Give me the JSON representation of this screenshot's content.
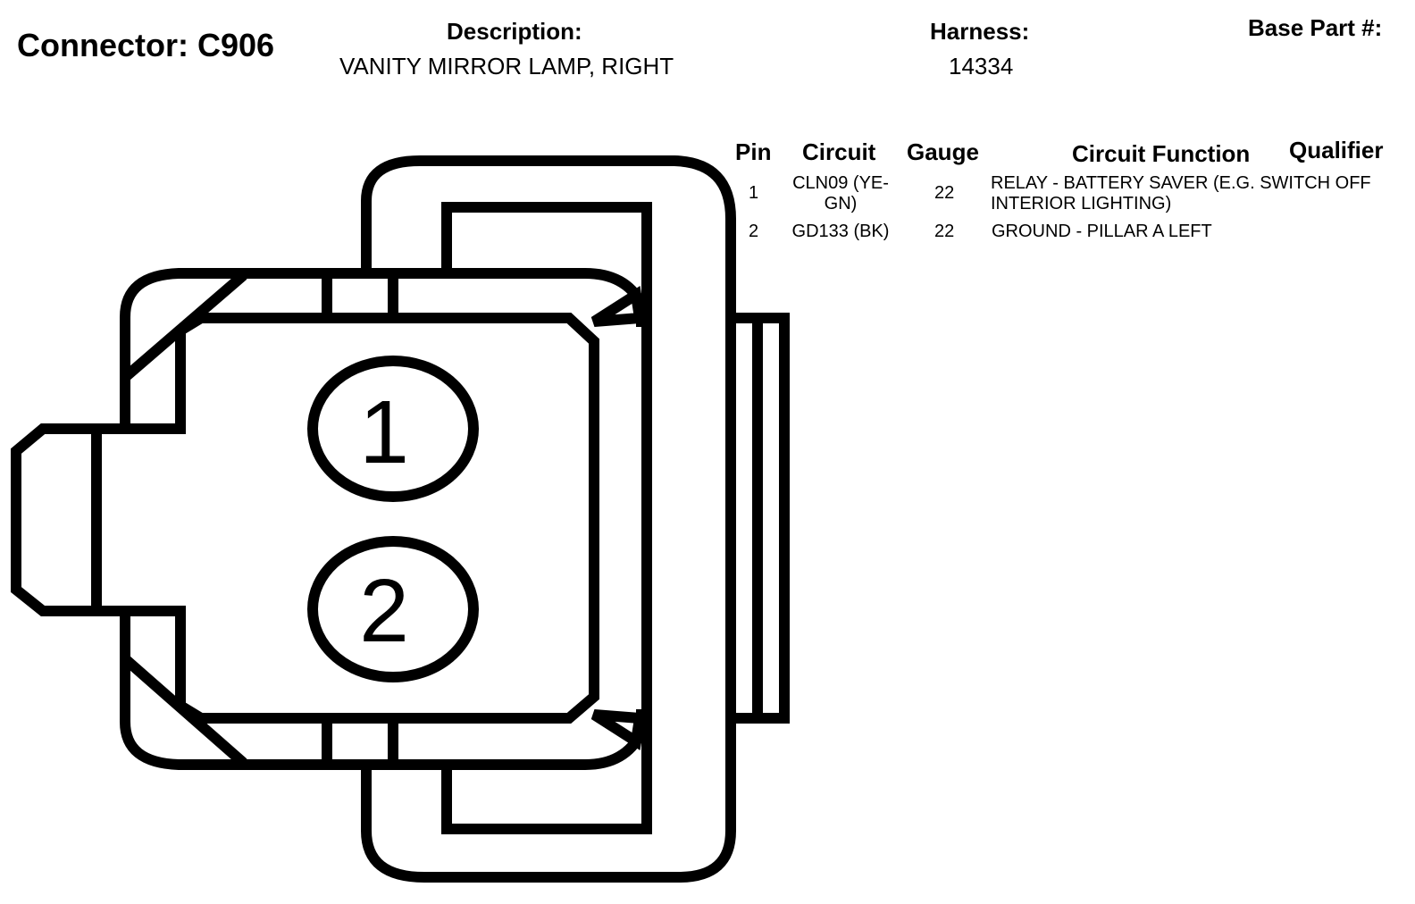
{
  "header": {
    "connector_title": "Connector: C906",
    "description_label": "Description:",
    "description_value": "VANITY MIRROR LAMP, RIGHT",
    "harness_label": "Harness:",
    "harness_value": "14334",
    "base_part_label": "Base Part #:"
  },
  "table": {
    "headers": {
      "pin": "Pin",
      "circuit": "Circuit",
      "gauge": "Gauge",
      "function": "Circuit Function",
      "qualifier": "Qualifier"
    },
    "rows": [
      {
        "pin": "1",
        "circuit_line1": "CLN09 (YE-",
        "circuit_line2": "GN)",
        "gauge": "22",
        "function_line1": "RELAY - BATTERY SAVER (E.G. SWITCH OFF",
        "function_line2": "INTERIOR LIGHTING)"
      },
      {
        "pin": "2",
        "circuit_line1": "GD133 (BK)",
        "gauge": "22",
        "function_line1": "GROUND - PILLAR A LEFT"
      }
    ]
  },
  "diagram": {
    "pins": [
      "1",
      "2"
    ]
  }
}
